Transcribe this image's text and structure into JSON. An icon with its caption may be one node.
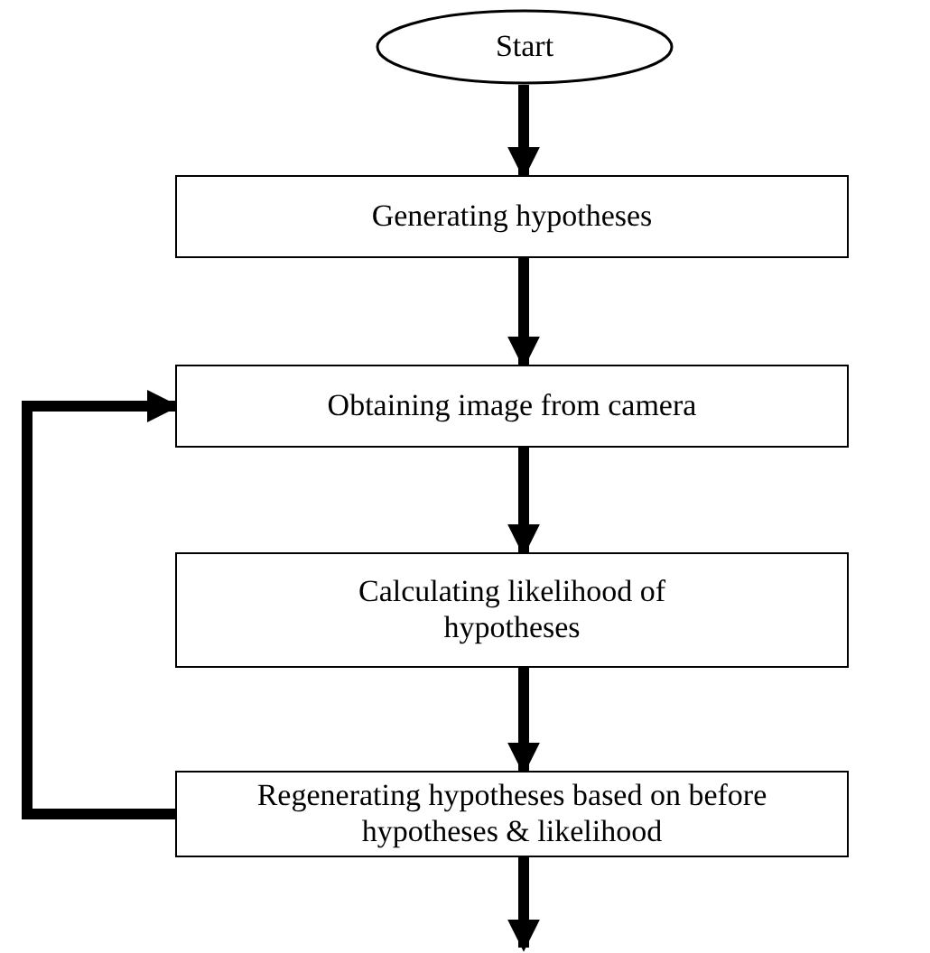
{
  "diagram": {
    "nodes": [
      {
        "text": [
          "Start"
        ]
      },
      {
        "text": [
          "Generating hypotheses"
        ]
      },
      {
        "text": [
          "Obtaining image from camera"
        ]
      },
      {
        "text": [
          "Calculating likelihood of hypotheses"
        ]
      },
      {
        "text": [
          "Regenerating hypotheses based on before hypotheses & likelihood"
        ]
      }
    ],
    "edges": [
      {
        "from": 0,
        "to": 1,
        "arrow": "to"
      },
      {
        "from": 1,
        "to": 2,
        "arrow": "to"
      },
      {
        "from": 2,
        "to": 3,
        "arrow": "to"
      },
      {
        "from": 3,
        "to": 4,
        "arrow": "to"
      },
      {
        "from": 4,
        "to": 2,
        "arrow": "to"
      },
      {
        "from": 4,
        "to": null,
        "arrow": "to"
      }
    ]
  }
}
